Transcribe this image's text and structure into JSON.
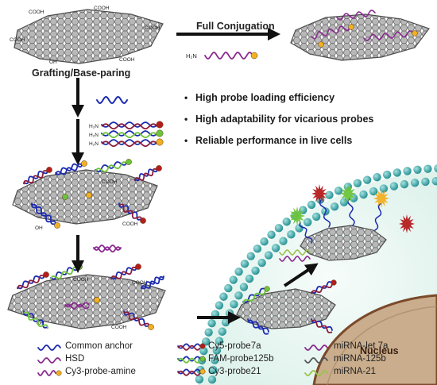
{
  "labels": {
    "full_conjugation": "Full Conjugation",
    "grafting": "Grafting/Base-paring",
    "nucleus": "Nucleus",
    "cooh": "COOH",
    "oh": "OH",
    "h2n": "H₂N"
  },
  "features": [
    "High probe loading efficiency",
    "High adaptability for vicarious probes",
    "Reliable performance in live cells"
  ],
  "legend": [
    {
      "name": "Common anchor",
      "swatch": "anchor"
    },
    {
      "name": "HSD",
      "swatch": "hsd"
    },
    {
      "name": "Cy3-probe-amine",
      "swatch": "cy3amine"
    },
    {
      "name": "Cy5-probe7a",
      "swatch": "cy5"
    },
    {
      "name": "FAM-probe125b",
      "swatch": "fam"
    },
    {
      "name": "Cy3-probe21",
      "swatch": "cy3"
    },
    {
      "name": "miRNA-let 7a",
      "swatch": "let7a"
    },
    {
      "name": "miRNA-125b",
      "swatch": "m125b"
    },
    {
      "name": "miRNA-21",
      "swatch": "m21"
    }
  ],
  "colors": {
    "anchor": "#1c2bb0",
    "hsd": "#8a2b8f",
    "probe_body": "#8b1d3c",
    "cy5": "#b51d1d",
    "fam": "#6cc43a",
    "cy3": "#f2b022",
    "membrane": "#2aa3a3",
    "cell_fill": "#e9f6f2",
    "nucleus": "#c0a383",
    "sheet": "#9a9a9a"
  }
}
